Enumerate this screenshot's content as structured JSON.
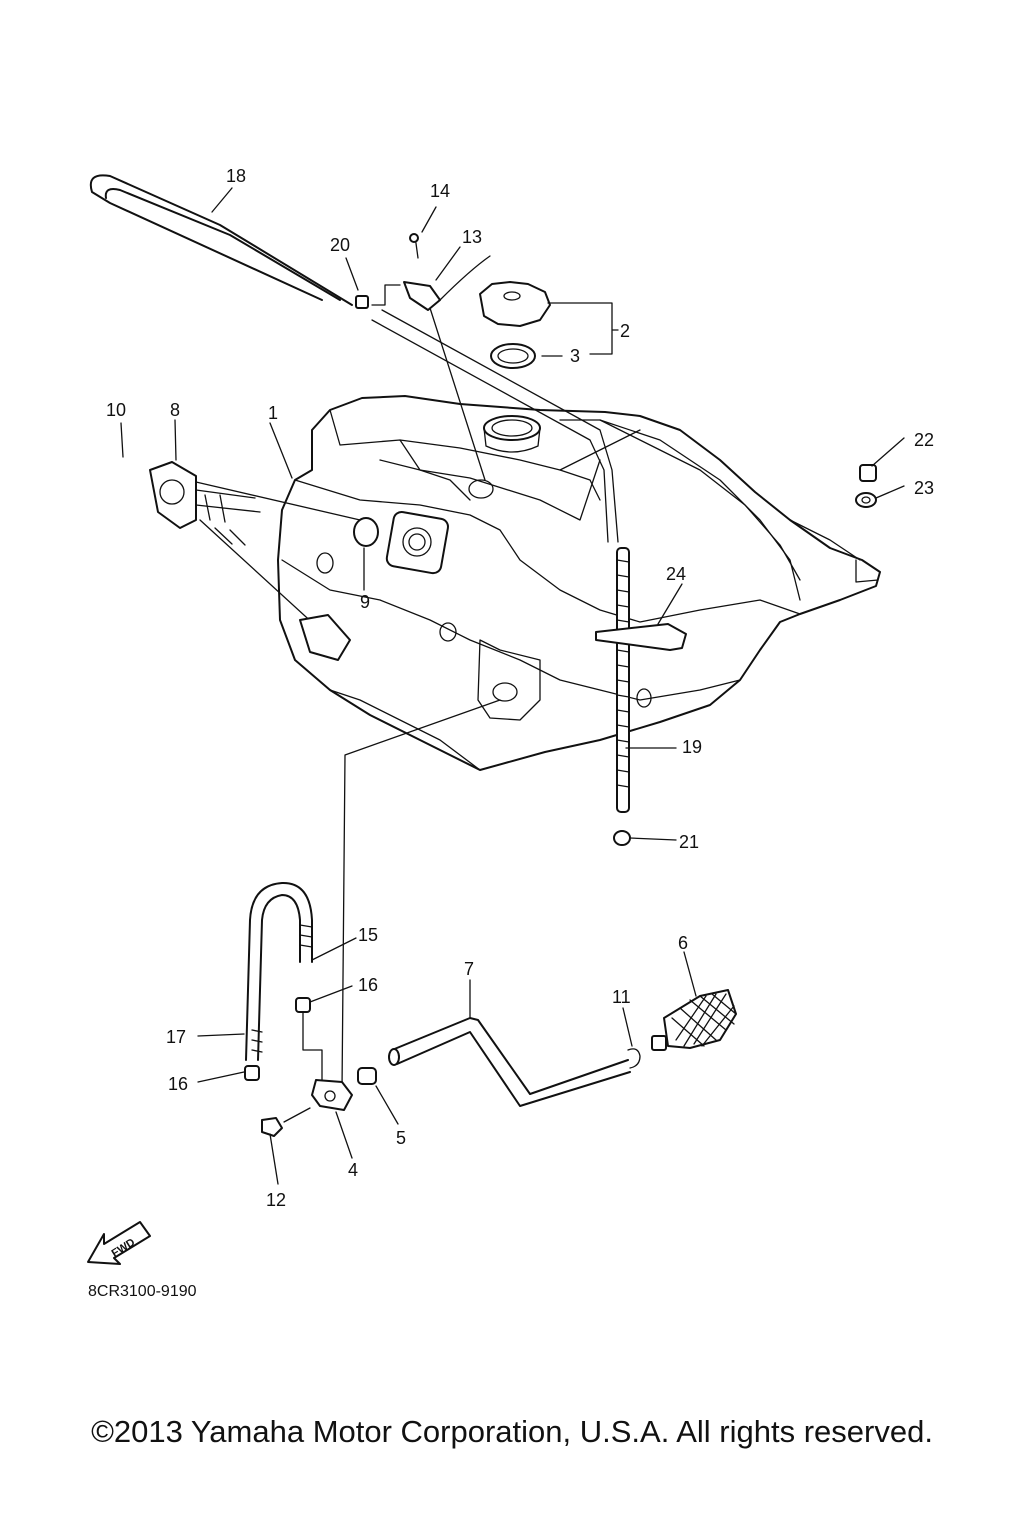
{
  "diagram": {
    "callouts": [
      "1",
      "2",
      "3",
      "4",
      "5",
      "6",
      "7",
      "8",
      "9",
      "10",
      "11",
      "12",
      "13",
      "14",
      "15",
      "16",
      "16",
      "17",
      "18",
      "19",
      "20",
      "21",
      "22",
      "23",
      "24"
    ],
    "direction_label": "FWD",
    "part_number": "8CR3100-9190"
  },
  "footer": {
    "copyright": "©2013 Yamaha Motor Corporation, U.S.A. All rights reserved."
  }
}
